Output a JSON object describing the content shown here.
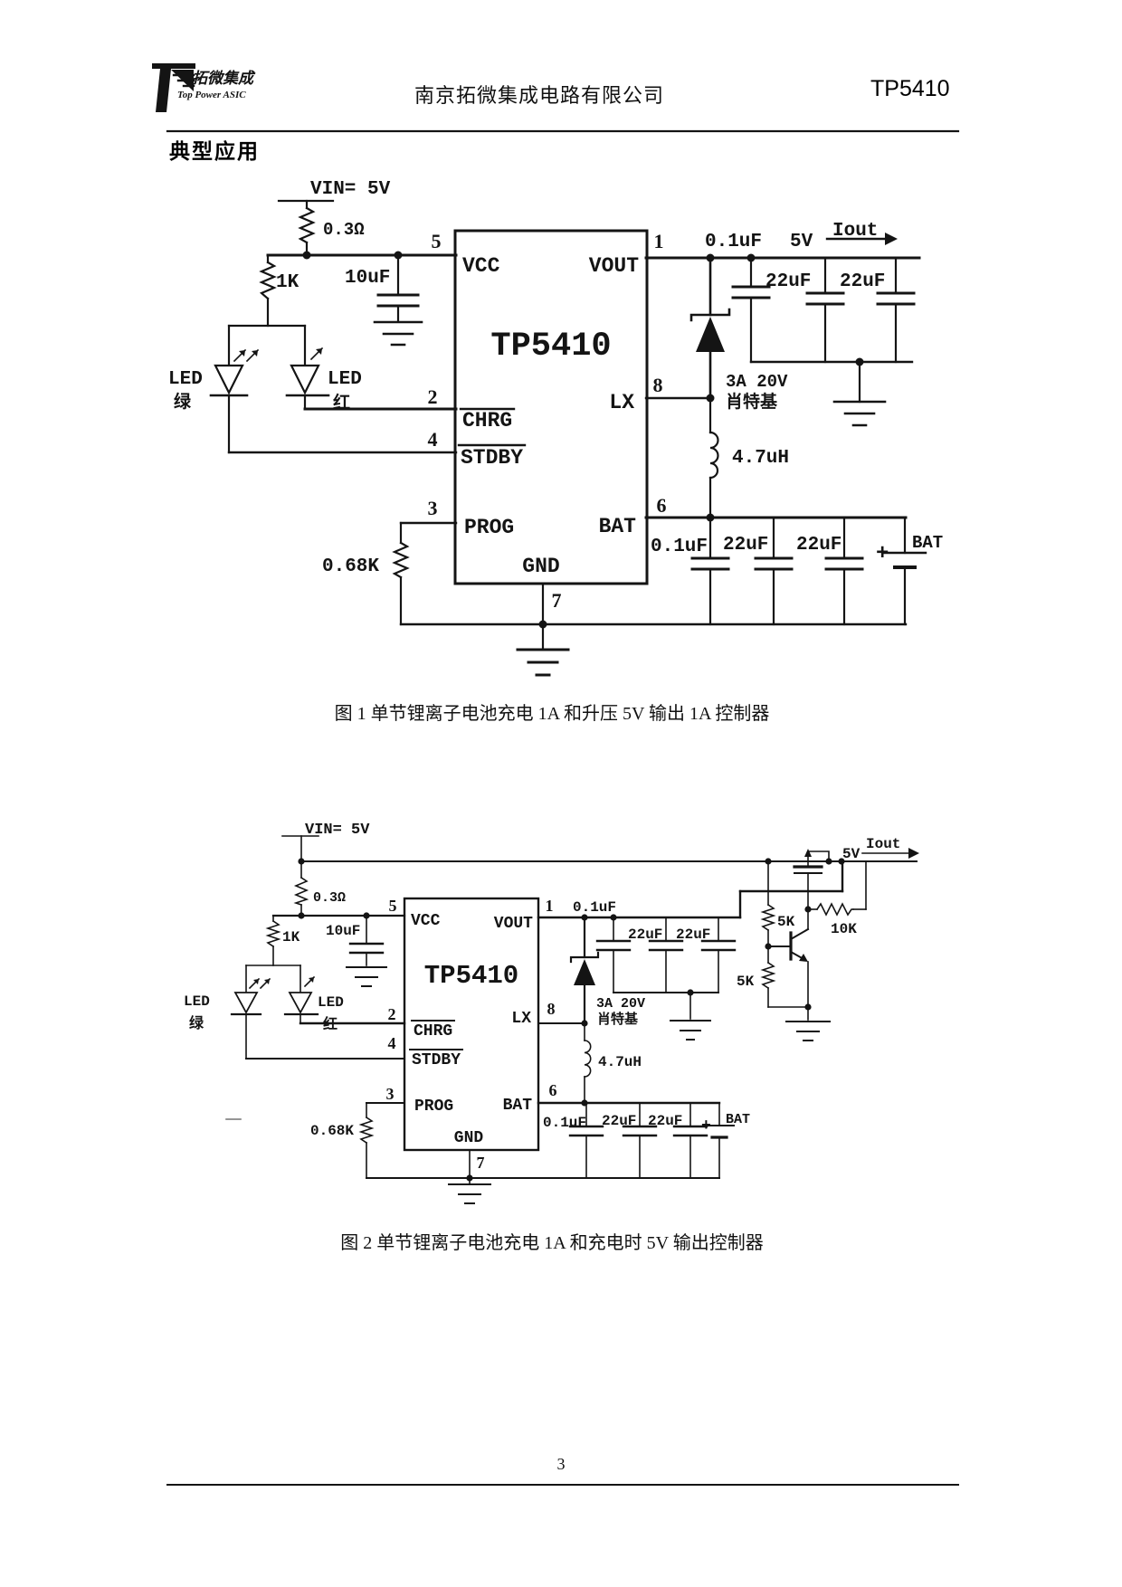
{
  "header": {
    "logo": {
      "cn": "拓微集成",
      "en": "Top Power ASIC",
      "red": "#d02818"
    },
    "company": "南京拓微集成电路有限公司",
    "part": "TP5410"
  },
  "section_title": "典型应用",
  "fig1": {
    "vin": "VIN= 5V",
    "r_in": "0.3Ω",
    "r_led": "1K",
    "c_in": "10uF",
    "led_g1": "LED",
    "led_g2": "绿",
    "led_r1": "LED",
    "led_r2": "红",
    "r_prog": "0.68K",
    "chip": "TP5410",
    "pn_vcc": "5",
    "pn_vout": "1",
    "pn_chrg": "2",
    "pn_stdby": "4",
    "pn_prog": "3",
    "pn_lx": "8",
    "pn_bat": "6",
    "pn_gnd": "7",
    "vcc": "VCC",
    "vout": "VOUT",
    "chrg": "CHRG",
    "stdby": "STDBY",
    "prog": "PROG",
    "lx": "LX",
    "bat": "BAT",
    "gnd": "GND",
    "c_out": "0.1uF",
    "rail": "5V",
    "iout": "Iout",
    "c_out2": "22uF",
    "c_out3": "22uF",
    "d_rating": "3A 20V",
    "d_type": "肖特基",
    "l1": "4.7uH",
    "c_bat": "0.1uF",
    "c_bat2": "22uF",
    "c_bat3": "22uF",
    "bat_plus": "+",
    "bat_name": "BAT",
    "caption": "图 1 单节锂离子电池充电 1A 和升压 5V 输出 1A 控制器"
  },
  "fig2": {
    "vin": "VIN= 5V",
    "r_in": "0.3Ω",
    "r_led": "1K",
    "c_in": "10uF",
    "led_g1": "LED",
    "led_g2": "绿",
    "led_r1": "LED",
    "led_r2": "红",
    "r_prog": "0.68K",
    "chip": "TP5410",
    "pn_vcc": "5",
    "pn_vout": "1",
    "pn_chrg": "2",
    "pn_stdby": "4",
    "pn_prog": "3",
    "pn_lx": "8",
    "pn_bat": "6",
    "pn_gnd": "7",
    "vcc": "VCC",
    "vout": "VOUT",
    "chrg": "CHRG",
    "stdby": "STDBY",
    "prog": "PROG",
    "lx": "LX",
    "bat": "BAT",
    "gnd": "GND",
    "c_out": "0.1uF",
    "rail": "5V",
    "iout": "Iout",
    "c_out2": "22uF",
    "c_out3": "22uF",
    "d_rating": "3A 20V",
    "d_type": "肖特基",
    "l1": "4.7uH",
    "r_pu": "5K",
    "r_gate": "10K",
    "r_pd": "5K",
    "c_bat": "0.1uF",
    "c_bat2": "22uF",
    "c_bat3": "22uF",
    "bat_plus": "+",
    "bat_name": "BAT",
    "caption": "图 2 单节锂离子电池充电 1A 和充电时 5V 输出控制器"
  },
  "footer": {
    "page": "3"
  }
}
